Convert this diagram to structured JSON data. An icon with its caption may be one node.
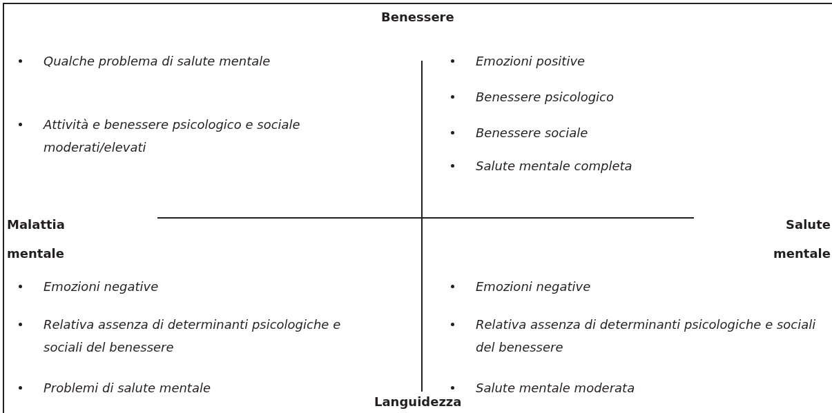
{
  "diagram": {
    "labels": [
      "Benessere",
      "Qualche problema di salute mentale",
      "Emozioni positive",
      "Benessere psicologico",
      "Attività e benessere psicologico e sociale moderati/elevati",
      "Benessere sociale",
      "Salute mentale completa",
      "Malattia mentale",
      "Salute mentale",
      "Emozioni negative",
      "Emozioni negative",
      "Relativa assenza di determinanti psicologiche e sociali del benessere",
      "Relativa assenza di determinanti psicologiche e sociali del benessere",
      "Problemi di salute mentale",
      "Salute mentale moderata",
      "Languidezza"
    ]
  }
}
